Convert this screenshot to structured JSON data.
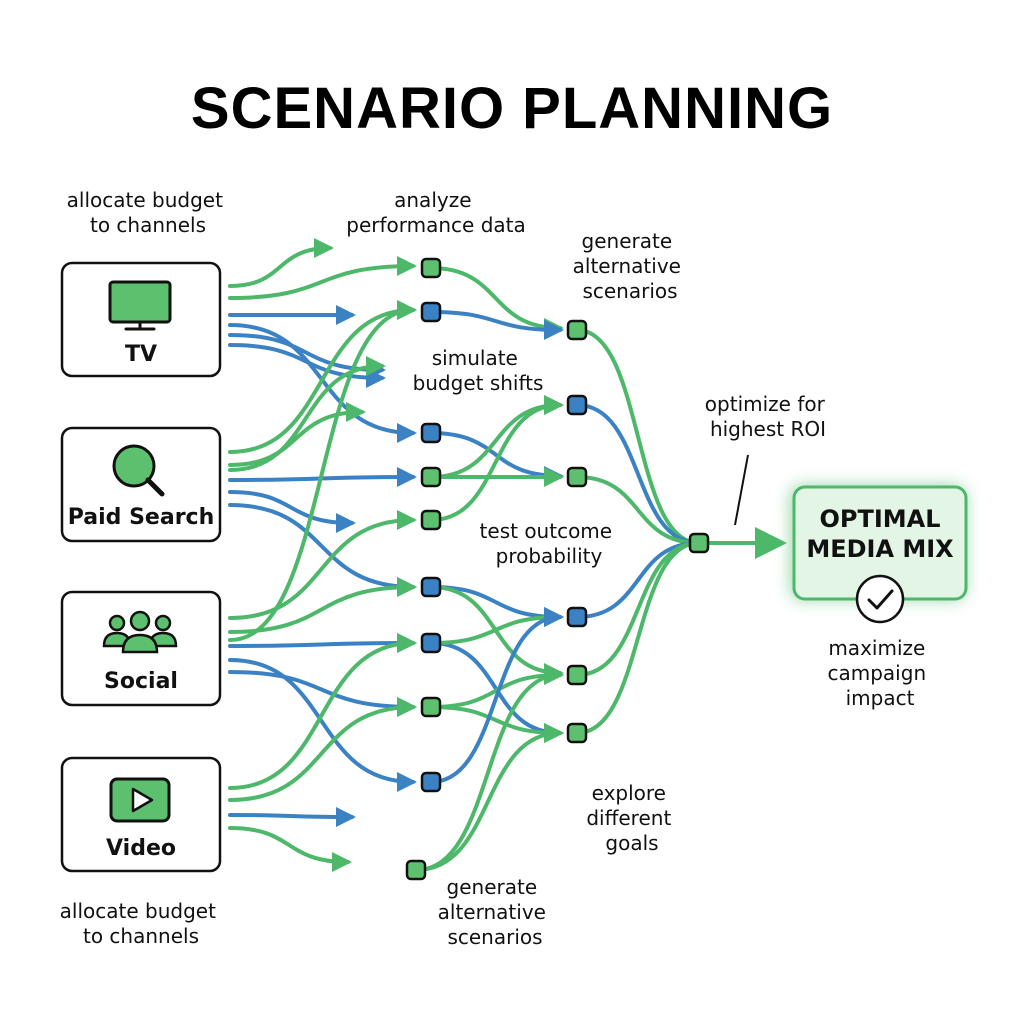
{
  "title": "SCENARIO PLANNING",
  "annotations": {
    "allocate_top": [
      "allocate budget",
      "to channels"
    ],
    "analyze": [
      "analyze",
      "performance data"
    ],
    "generate_top": [
      "generate",
      "alternative",
      "scenarios"
    ],
    "simulate": [
      "simulate",
      "budget shifts"
    ],
    "optimize": [
      "optimize for",
      "highest ROI"
    ],
    "test": [
      "test outcome",
      "probability"
    ],
    "explore": [
      "explore",
      "different",
      "goals"
    ],
    "generate_bottom": [
      "generate",
      "alternative",
      "scenarios"
    ],
    "allocate_bottom": [
      "allocate budget",
      "to channels"
    ],
    "maximize": [
      "maximize",
      "campaign",
      "impact"
    ]
  },
  "channels": [
    {
      "label": "TV",
      "icon": "tv-icon"
    },
    {
      "label": "Paid Search",
      "icon": "search-icon"
    },
    {
      "label": "Social",
      "icon": "people-icon"
    },
    {
      "label": "Video",
      "icon": "play-icon"
    }
  ],
  "output": {
    "lines": [
      "OPTIMAL",
      "MEDIA MIX"
    ],
    "icon": "check-circle-icon"
  },
  "colors": {
    "green": "#4db86a",
    "blue": "#3b82c4",
    "green_fill": "#5cc06f",
    "output_bg": "#e3f5e5",
    "output_border": "#4db86a"
  }
}
